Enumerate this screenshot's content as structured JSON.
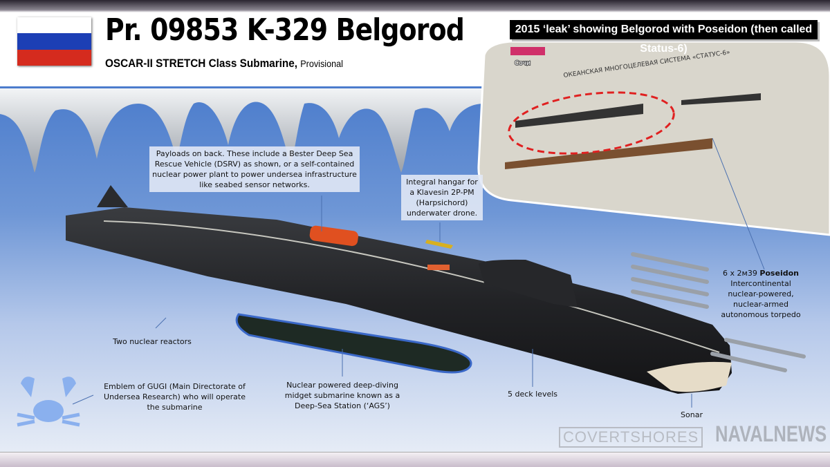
{
  "header": {
    "title": "Pr. 09853 K-329 Belgorod",
    "subtitle": "OSCAR-II STRETCH Class Submarine,",
    "subtitle_note": "Provisional",
    "flag_colors": [
      "#ffffff",
      "#1c3fb5",
      "#d52b1e"
    ]
  },
  "inset": {
    "caption": "2015 ‘leak’ showing Belgorod with Poseidon (then called Status-6)",
    "photo_text": "ОКЕАНСКАЯ МНОГОЦЕЛЕВАЯ СИСТЕМА «СТАТУС-6»",
    "tv_tag": "Сочи",
    "highlight_color": "#e02020"
  },
  "annotations": {
    "payloads": "Payloads on back. These include a Bester Deep Sea Rescue Vehicle (DSRV) as shown, or a self-contained nuclear power plant to power undersea infrastructure like seabed sensor networks.",
    "hangar": "Integral hangar for a Klavesin 2P-PM (Harpsichord) underwater drone.",
    "poseidon_count": "6 x 2м39",
    "poseidon_name": "Poseidon",
    "poseidon_desc": "Intercontinental nuclear-powered, nuclear-armed autonomous torpedo",
    "reactors": "Two nuclear reactors",
    "emblem": "Emblem of GUGI (Main Directorate of Undersea Research) who will operate the submarine",
    "ags": "Nuclear powered deep-diving midget submarine known as a Deep-Sea Station (‘AGS’)",
    "decks": "5 deck levels",
    "sonar": "Sonar"
  },
  "logos": {
    "covertshores": "COVERTSHORES",
    "navalnews": "NAVALNEWS"
  }
}
